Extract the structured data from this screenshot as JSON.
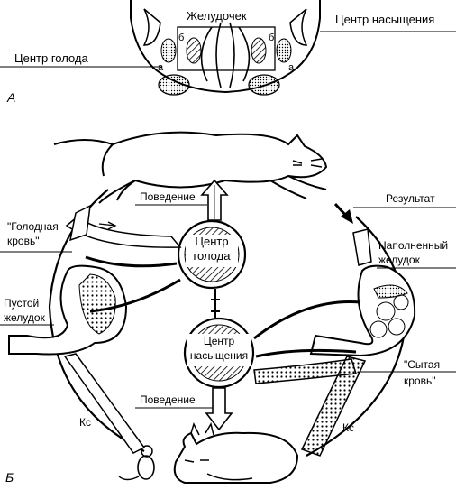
{
  "panel_a": {
    "letter": "А",
    "ventricle": "Желудочек",
    "satiety_center": "Центр насыщения",
    "hunger_center": "Центр голода",
    "mark_a": "a",
    "mark_b": "б"
  },
  "panel_b": {
    "letter": "Б",
    "hunger_center": [
      "Центр",
      "голода"
    ],
    "satiety_center": [
      "Центр",
      "насыщения"
    ],
    "behavior_top": "Поведение",
    "behavior_bottom": "Поведение",
    "result": "Результат",
    "hungry_blood": [
      "\"Голодная",
      "кровь\""
    ],
    "full_blood": [
      "\"Сытая",
      "кровь\""
    ],
    "empty_stomach": [
      "Пустой",
      "желудок"
    ],
    "full_stomach": [
      "Наполненный",
      "желудок"
    ],
    "ks_left": "Кс",
    "ks_right": "Кс"
  }
}
